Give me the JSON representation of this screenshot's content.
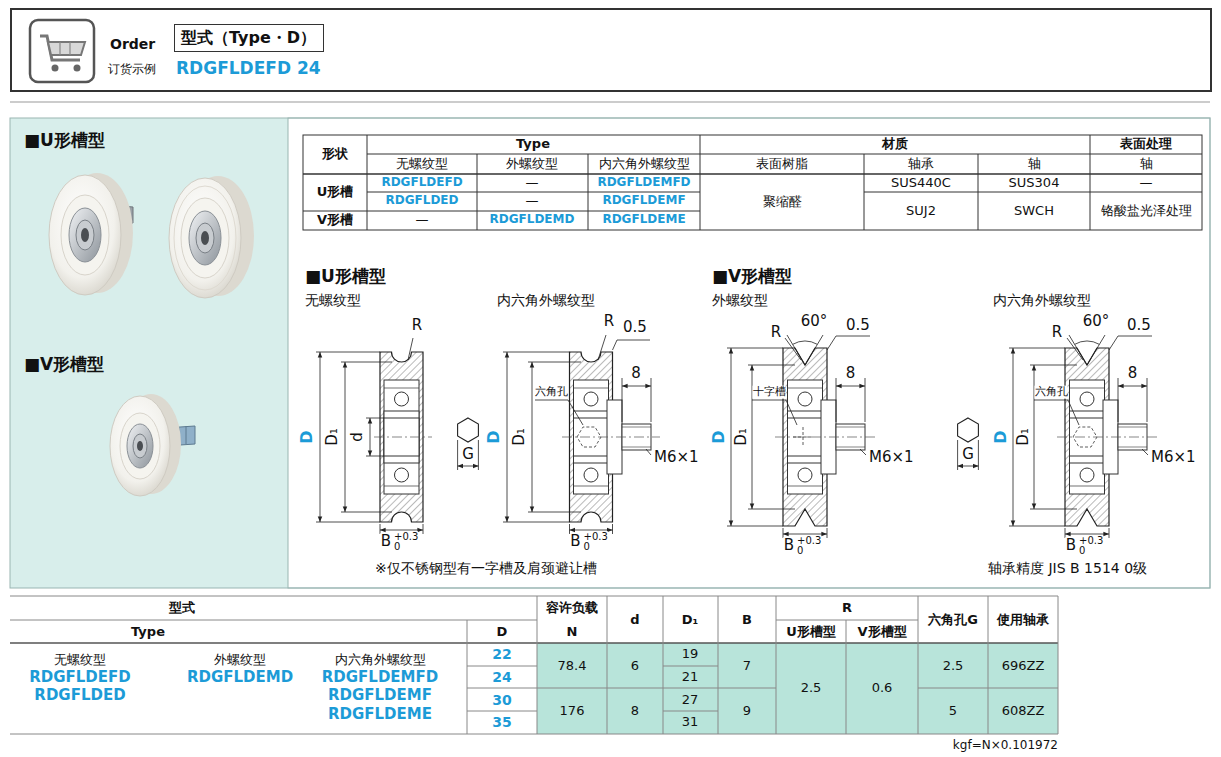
{
  "diagram": {
    "nodes": [
      {
        "text": [
          "Order",
          "订货示例",
          "RDGFLDEFD 24"
        ]
      },
      {
        "text": [
          "型式（Type・D）"
        ],
        "in": 0
      },
      {
        "text": [
          "■U形槽型",
          "■V形槽型"
        ]
      }
    ],
    "labels": [
      "形状",
      "Type",
      "材质",
      "表面处理",
      "无螺纹型",
      "外螺纹型",
      "内六角外螺纹型",
      "表面树脂",
      "轴承",
      "轴",
      "轴",
      "U形槽",
      "RDGFLDEFD",
      "—",
      "RDGFLDEMFD",
      "聚缩醛",
      "SUS440C",
      "SUS304",
      "—",
      "RDGFLDED",
      "—",
      "RDGFLDEMF",
      "SUJ2",
      "SWCH",
      "铬酸盐光泽处理",
      "V形槽",
      "—",
      "RDGFLDEMD",
      "RDGFLDEME",
      "■U形槽型",
      "■V形槽型",
      "无螺纹型",
      "内六角外螺纹型",
      "外螺纹型",
      "内六角外螺纹型",
      "R",
      "D",
      "D₁",
      "d",
      "G",
      "B",
      "+0.3",
      "0",
      "R",
      "0.5",
      "8",
      "六角孔",
      "D",
      "D₁",
      "M6×1",
      "B",
      "+0.3",
      "0",
      "※仅不锈钢型有一字槽及肩颈避让槽",
      "R",
      "60°",
      "0.5",
      "8",
      "十字槽",
      "D",
      "D₁",
      "M6×1",
      "B",
      "+0.3",
      "0",
      "R",
      "60°",
      "0.5",
      "8",
      "六角孔",
      "D",
      "D₁",
      "G",
      "M6×1",
      "B",
      "+0.3",
      "0",
      "轴承精度 JIS B 1514 0级",
      "型式",
      "容许负载",
      "d",
      "D₁",
      "B",
      "R",
      "六角孔G",
      "使用轴承",
      "Type",
      "D",
      "N",
      "U形槽型",
      "V形槽型",
      "无螺纹型",
      "外螺纹型",
      "内六角外螺纹型",
      "RDGFLDEFD",
      "RDGFLDEMD",
      "RDGFLDEMFD",
      "RDGFLDED",
      "RDGFLDEMF",
      "RDGFLDEME",
      "22",
      "24",
      "30",
      "35",
      "78.4",
      "6",
      "19",
      "21",
      "7",
      "2.5",
      "0.6",
      "2.5",
      "696ZZ",
      "176",
      "8",
      "27",
      "31",
      "9",
      "5",
      "608ZZ",
      "kgf=N×0.101972"
    ]
  }
}
